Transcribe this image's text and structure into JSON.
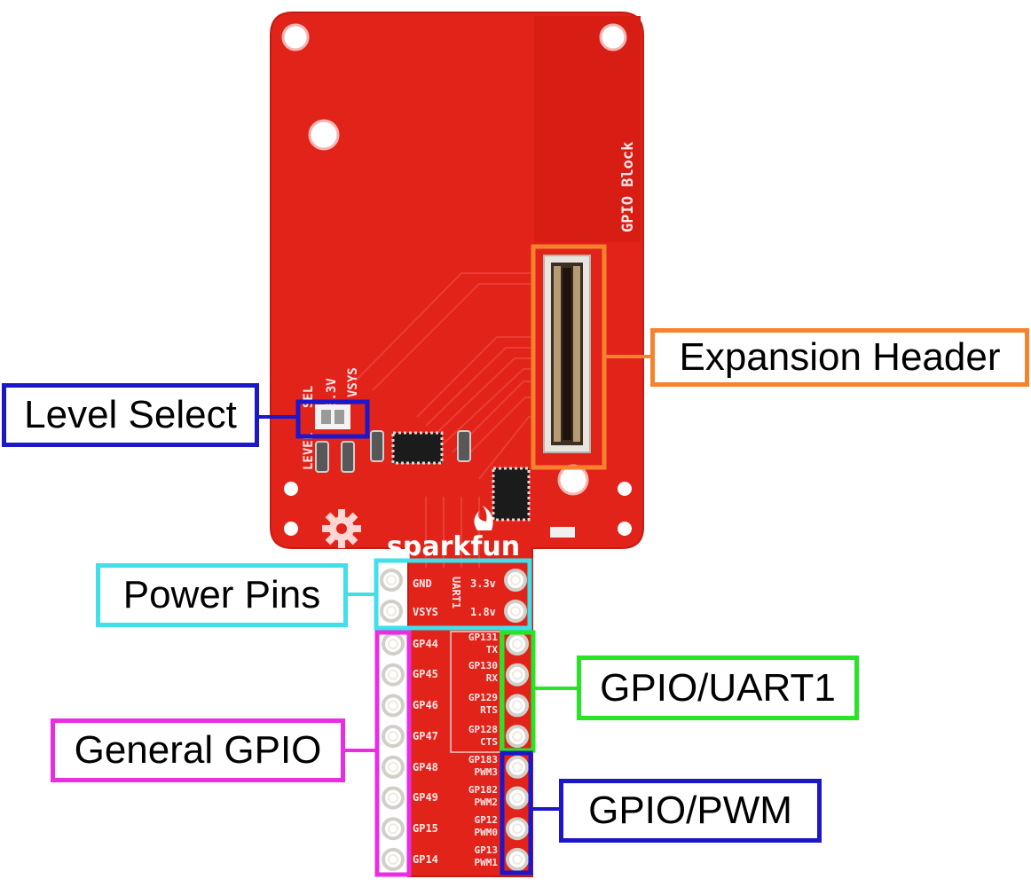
{
  "board": {
    "title": "GPIO Block",
    "brand": "sparkfun",
    "level_labels": [
      "LEVEL",
      "SEL",
      "3.3V",
      "VSYS"
    ],
    "power_left": [
      "GND",
      "VSYS"
    ],
    "power_mid": "UART1",
    "power_right": [
      "3.3v",
      "1.8v"
    ],
    "gpio_left": [
      "GP44",
      "GP45",
      "GP46",
      "GP47",
      "GP48",
      "GP49",
      "GP15",
      "GP14"
    ],
    "uart_right": [
      [
        "GP131",
        "TX"
      ],
      [
        "GP130",
        "RX"
      ],
      [
        "GP129",
        "RTS"
      ],
      [
        "GP128",
        "CTS"
      ]
    ],
    "pwm_right": [
      [
        "GP183",
        "PWM3"
      ],
      [
        "GP182",
        "PWM2"
      ],
      [
        "GP12",
        "PWM0"
      ],
      [
        "GP13",
        "PWM1"
      ]
    ]
  },
  "callouts": {
    "expansion_header": "Expansion Header",
    "level_select": "Level Select",
    "power_pins": "Power Pins",
    "gpio_uart1": "GPIO/UART1",
    "general_gpio": "General GPIO",
    "gpio_pwm": "GPIO/PWM"
  },
  "colors": {
    "board_red": "#e2231a",
    "expansion_header": "#f7822e",
    "level_select": "#1c17c9",
    "power_pins": "#3fe0ea",
    "gpio_uart1": "#27e425",
    "general_gpio": "#e82ee0",
    "gpio_pwm": "#1c17c9"
  }
}
